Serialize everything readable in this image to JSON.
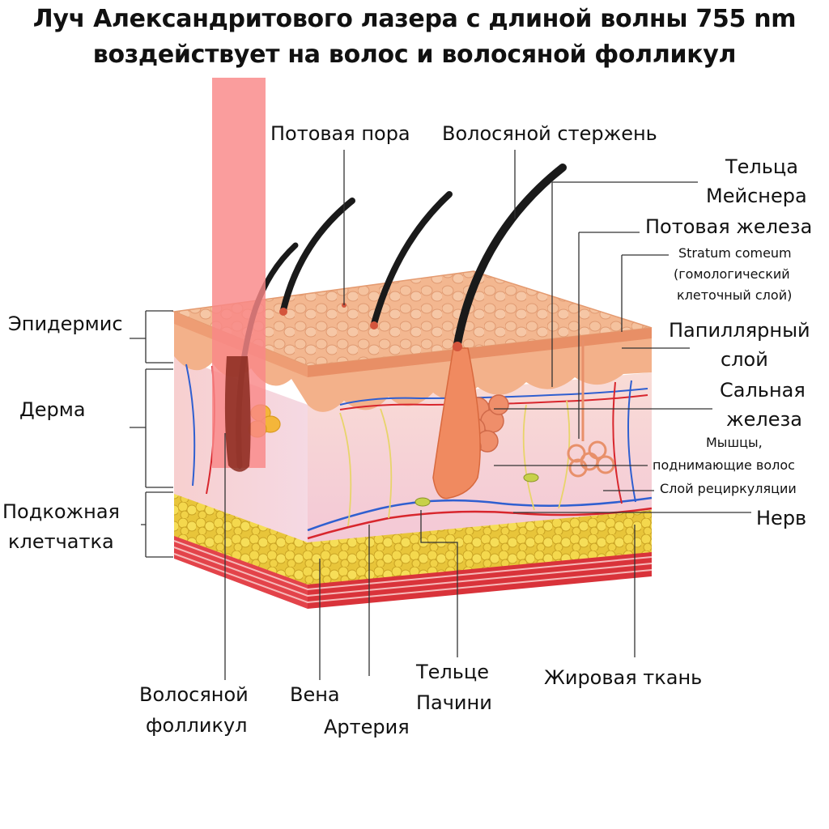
{
  "title": {
    "line1": "Луч Александритового лазера с длиной волны 755 nm",
    "line2": "воздействует на волос и волосяной фолликул"
  },
  "labels": {
    "sweat_pore": "Потовая пора",
    "hair_shaft": "Волосяной стержень",
    "meissner_1": "Тельца",
    "meissner_2": "Мейснера",
    "sweat_gland": "Потовая железа",
    "stratum_1": "Stratum comeum",
    "stratum_2": "(гомологический",
    "stratum_3": "клеточный слой)",
    "papillary_1": "Папиллярный",
    "papillary_2": "слой",
    "sebaceous_1": "Сальная",
    "sebaceous_2": "железа",
    "muscles_1": "Мышцы,",
    "muscles_2": "поднимающие волос",
    "recirc": "Слой рециркуляции",
    "nerve": "Нерв",
    "epidermis": "Эпидермис",
    "dermis": "Дерма",
    "subcut_1": "Подкожная",
    "subcut_2": "клетчатка",
    "follicle_1": "Волосяной",
    "follicle_2": "фолликул",
    "vein": "Вена",
    "artery": "Артерия",
    "pacini_1": "Тельце",
    "pacini_2": "Пачини",
    "fat": "Жировая ткань"
  },
  "colors": {
    "laser": "#f98888",
    "epidermis_top": "#f2a77b",
    "dermis": "#f7d6d6",
    "fat": "#f0cf3a",
    "muscle_layer": "#d9333a",
    "hair": "#1a1a1a",
    "vein": "#2f5fd0",
    "artery": "#d8262d"
  }
}
